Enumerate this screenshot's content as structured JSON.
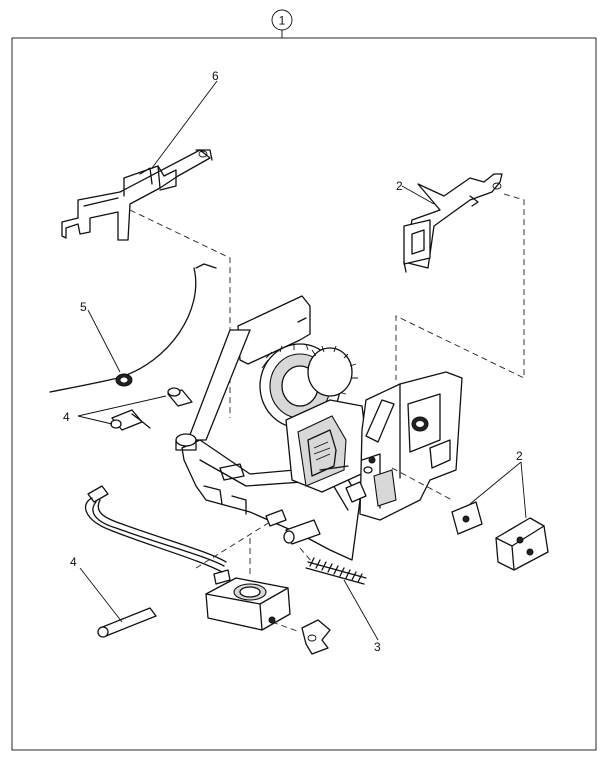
{
  "sheet": {
    "assembly_ref": "1"
  },
  "callouts": [
    {
      "id": "6",
      "text": "6"
    },
    {
      "id": "2a",
      "text": "2"
    },
    {
      "id": "5",
      "text": "5"
    },
    {
      "id": "4a",
      "text": "4"
    },
    {
      "id": "2b",
      "text": "2"
    },
    {
      "id": "4b",
      "text": "4"
    },
    {
      "id": "3",
      "text": "3"
    }
  ]
}
